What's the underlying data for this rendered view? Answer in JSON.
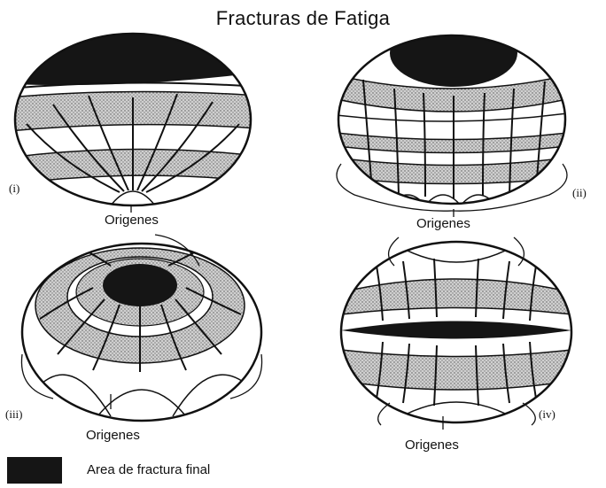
{
  "title": "Fracturas de Fatiga",
  "panels": [
    {
      "id": "(i)"
    },
    {
      "id": "(ii)"
    },
    {
      "id": "(iii)"
    },
    {
      "id": "(iv)"
    }
  ],
  "origin_labels": [
    "Origenes",
    "Origenes",
    "Origenes",
    "Origenes"
  ],
  "legend": {
    "label": "Area de fractura final",
    "swatch_color": "#151515"
  },
  "colors": {
    "ink": "#111111",
    "hatch_fill": "#c8c8c8",
    "final_fracture": "#151515"
  }
}
